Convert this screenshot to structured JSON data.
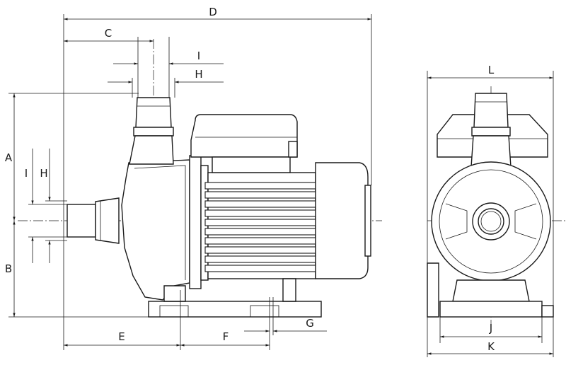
{
  "dimension_labels": {
    "A": "A",
    "B": "B",
    "C": "C",
    "D": "D",
    "E": "E",
    "F": "F",
    "G": "G",
    "H_top": "H",
    "I_top": "I",
    "H_left": "H",
    "I_left": "I",
    "J": "J",
    "K": "K",
    "L": "L"
  }
}
